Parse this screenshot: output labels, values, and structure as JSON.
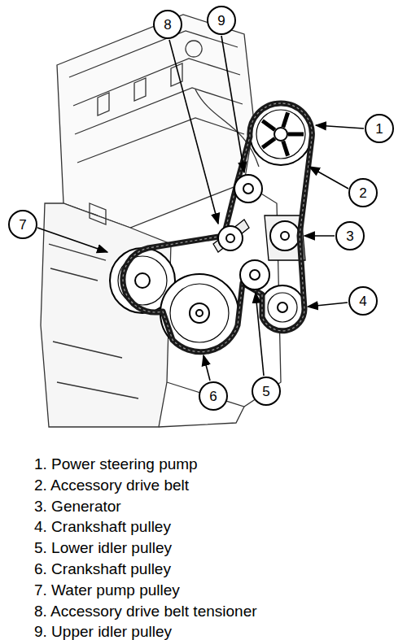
{
  "diagram": {
    "nodes": [
      {
        "text": [
          "8"
        ]
      },
      {
        "text": [
          "9"
        ]
      },
      {
        "text": [
          "1"
        ]
      },
      {
        "text": [
          "2"
        ]
      },
      {
        "text": [
          "7"
        ]
      },
      {
        "text": [
          "3"
        ]
      },
      {
        "text": [
          "4"
        ]
      },
      {
        "text": [
          "5"
        ]
      },
      {
        "text": [
          "6"
        ]
      }
    ],
    "labels": [
      "1. Power steering pump",
      "2. Accessory drive belt",
      "3. Generator",
      "4. Crankshaft pulley",
      "5. Lower idler pulley",
      "6. Crankshaft pulley",
      "7. Water pump pulley",
      "8. Accessory drive belt tensioner",
      "9. Upper idler pulley"
    ]
  }
}
